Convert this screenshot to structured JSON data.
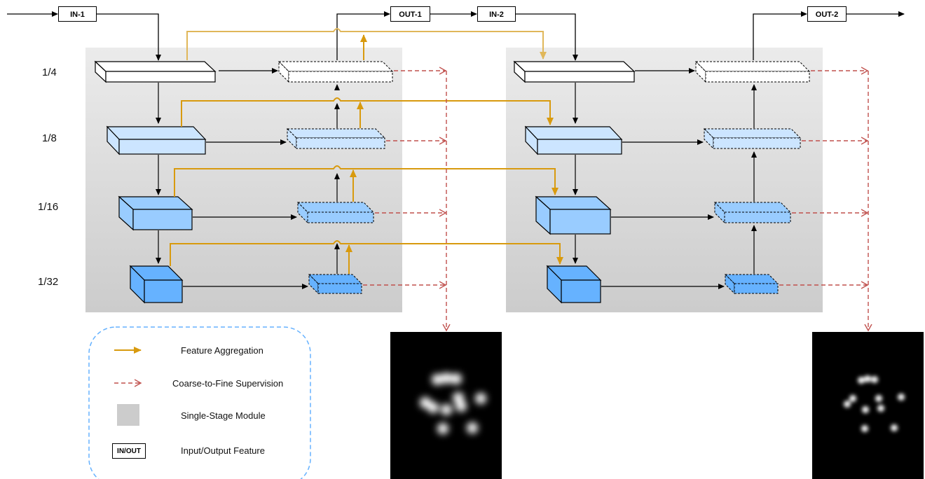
{
  "io": {
    "in1": "IN-1",
    "out1": "OUT-1",
    "in2": "IN-2",
    "out2": "OUT-2"
  },
  "scales": [
    "1/4",
    "1/8",
    "1/16",
    "1/32"
  ],
  "legend": {
    "feature_aggregation": "Feature Aggregation",
    "supervision": "Coarse-to-Fine Supervision",
    "module": "Single-Stage Module",
    "io_feature": "Input/Output Feature",
    "io_tag": "IN/OUT"
  },
  "colors": {
    "aggregation": "#d89a0e",
    "supervision": "#c0504d",
    "module_bg": "#d9d9d9",
    "level1": "#ffffff",
    "level2": "#cce5ff",
    "level3": "#99ccff",
    "level4": "#66b2ff",
    "legend_border": "#66b2ff"
  }
}
